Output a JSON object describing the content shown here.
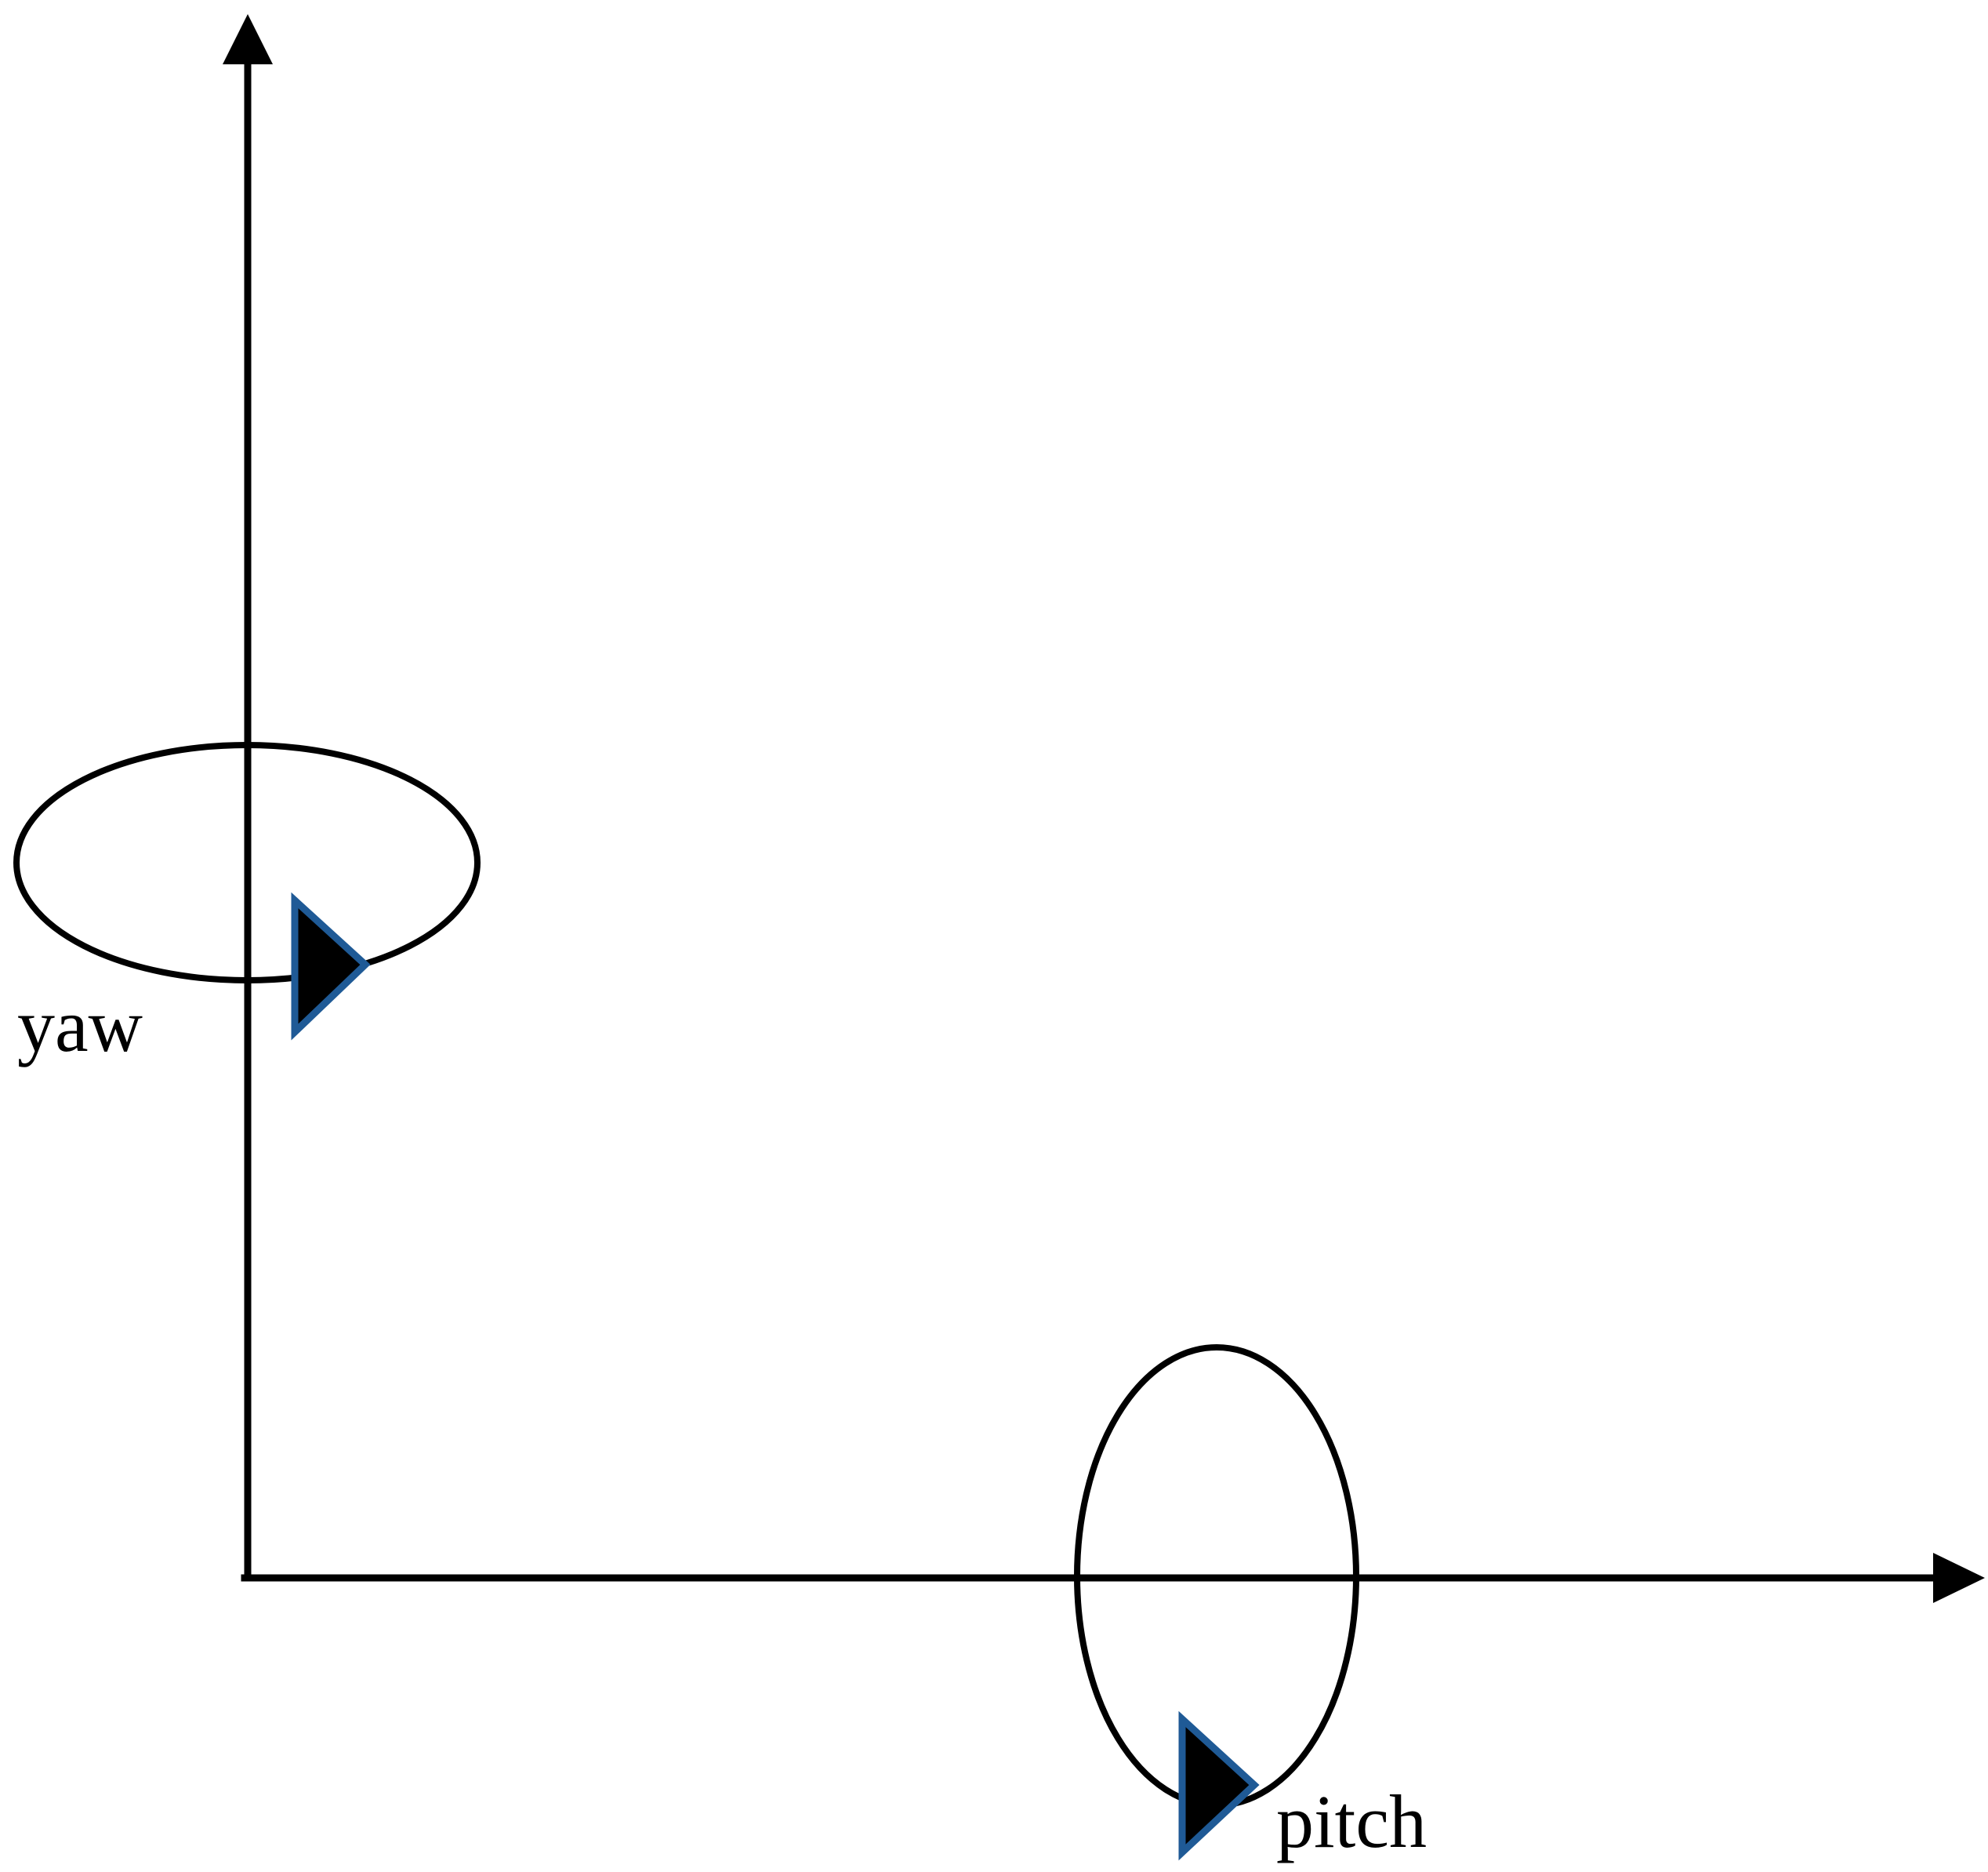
{
  "labels": {
    "yaw": "yaw",
    "pitch": "pitch"
  },
  "colors": {
    "stroke": "#000000",
    "arrow_fill": "#000000",
    "arrow_outline": "#1f5a96",
    "background": "#ffffff"
  },
  "icons": {
    "yaw_arrow": "rotation-direction-arrow",
    "pitch_arrow": "rotation-direction-arrow"
  }
}
